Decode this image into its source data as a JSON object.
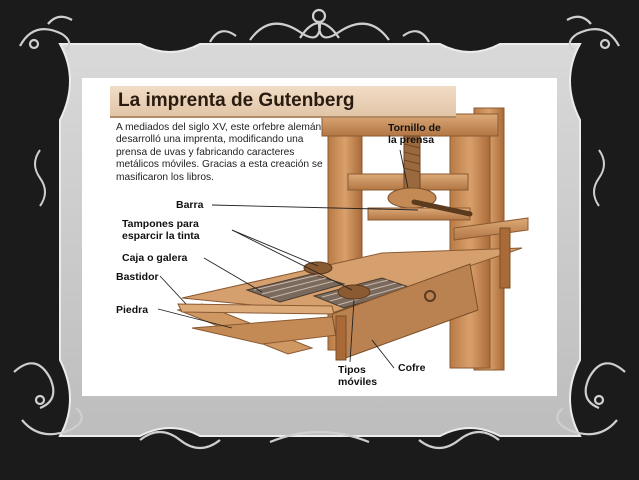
{
  "title": "La imprenta de Gutenberg",
  "description": "A mediados del siglo XV, este orfebre alemán desarrolló una imprenta, modificando una prensa de uvas y fabricando caracteres metálicos móviles. Gracias a esta creación se masificaron los libros.",
  "labels": {
    "tornillo_line1": "Tornillo de",
    "tornillo_line2": "la prensa",
    "barra": "Barra",
    "tampones_line1": "Tampones para",
    "tampones_line2": "esparcir la tinta",
    "caja": "Caja o galera",
    "bastidor": "Bastidor",
    "piedra": "Piedra",
    "tipos_line1": "Tipos",
    "tipos_line2": "móviles",
    "cofre": "Cofre"
  },
  "colors": {
    "background": "#1b1b1b",
    "frame": "#c9c9c9",
    "wood": "#c98f5c",
    "title_band": "#ead2b9"
  }
}
